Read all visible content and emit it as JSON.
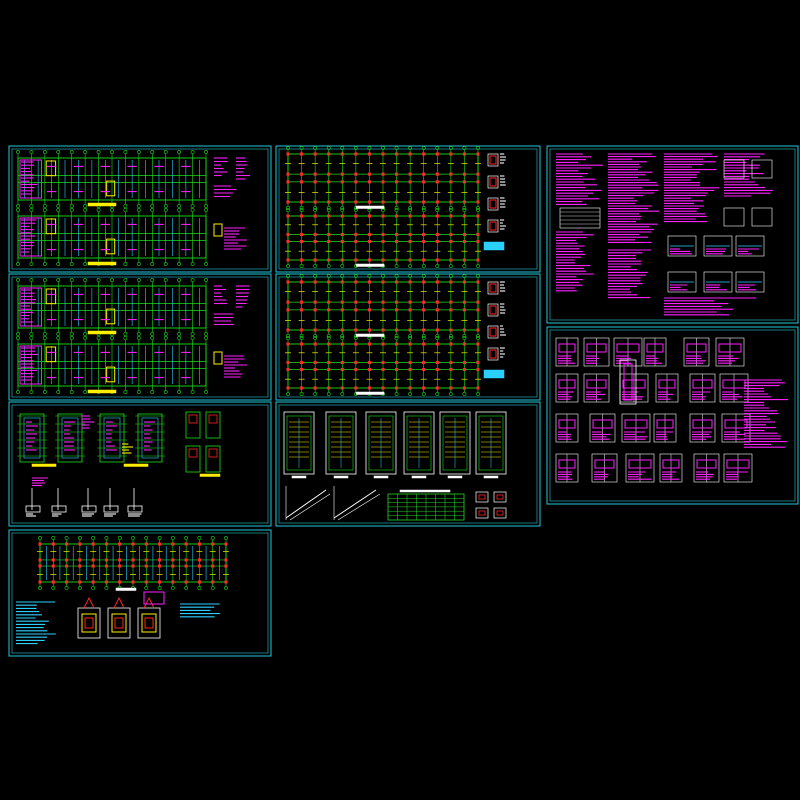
{
  "canvas": {
    "background": "#000000"
  },
  "palette": {
    "frame": "#22c7d6",
    "grid": "#18e018",
    "beam": "#2ad0ff",
    "note": "#ff1fff",
    "highlight": "#ffee00",
    "detail_red": "#ff2222",
    "column": "#ff2a2a",
    "white": "#ffffff",
    "table": "#22dd22"
  },
  "sheets": [
    {
      "id": "sheet-1",
      "kind": "two-plans-colored"
    },
    {
      "id": "sheet-2",
      "kind": "two-plans-colored"
    },
    {
      "id": "sheet-3",
      "kind": "section-details"
    },
    {
      "id": "sheet-4",
      "kind": "foundation-plan"
    },
    {
      "id": "sheet-5",
      "kind": "two-plans-columns"
    },
    {
      "id": "sheet-6",
      "kind": "two-plans-columns"
    },
    {
      "id": "sheet-7",
      "kind": "stair-details"
    },
    {
      "id": "sheet-8",
      "kind": "general-notes"
    },
    {
      "id": "sheet-9",
      "kind": "node-details"
    }
  ]
}
